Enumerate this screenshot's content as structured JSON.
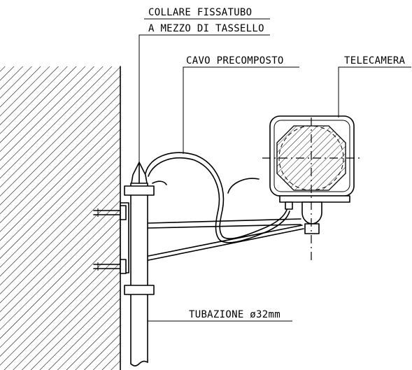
{
  "labels": {
    "collar_line1": "COLLARE FISSATUBO",
    "collar_line2": "A MEZZO DI TASSELLO",
    "cable": "CAVO PRECOMPOSTO",
    "camera": "TELECAMERA",
    "pipe": "TUBAZIONE ø32mm"
  },
  "colors": {
    "ink": "#000000",
    "paper": "#ffffff"
  }
}
